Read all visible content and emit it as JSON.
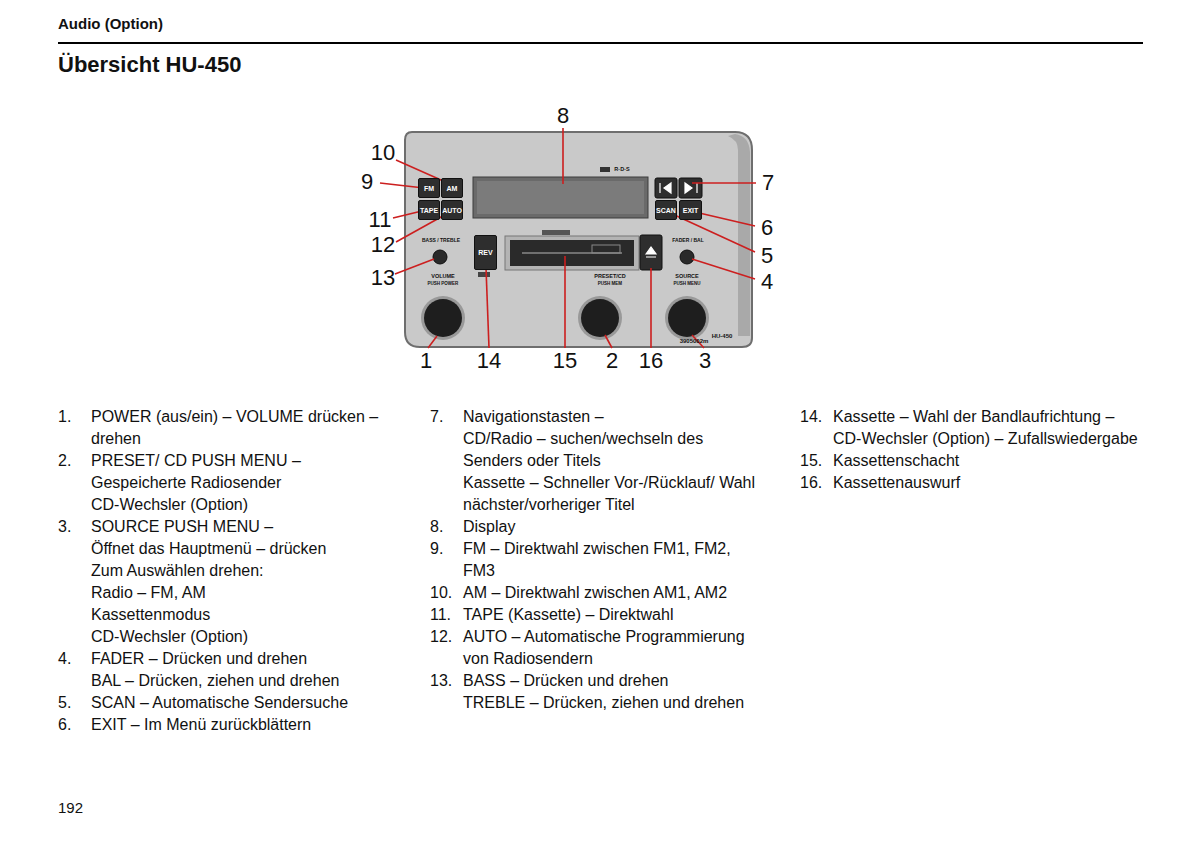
{
  "diagram": {
    "title": "Übersicht HU-450",
    "nodes": [
      {
        "text": [
          "FM"
        ]
      },
      {
        "text": [
          "AM"
        ]
      },
      {
        "text": [
          "TAPE"
        ]
      },
      {
        "text": [
          "AUTO"
        ]
      },
      {
        "text": [
          "SCAN"
        ]
      },
      {
        "text": [
          "EXIT"
        ]
      },
      {
        "text": [
          "REV"
        ]
      }
    ],
    "labels": [
      "Audio (Option)",
      "192",
      "1",
      "2",
      "3",
      "4",
      "5",
      "6",
      "7",
      "8",
      "9",
      "10",
      "11",
      "12",
      "13",
      "14",
      "15",
      "16",
      "R·D·S",
      "BASS / TREBLE",
      "VOLUME",
      "PUSH POWER",
      "PRESET/CD",
      "PUSH MEM",
      "SOURCE",
      "PUSH MENU",
      "FADER / BAL",
      "HU-450",
      "3905002m",
      "1.",
      "POWER (aus/ein) – VOLUME drücken – drehen",
      "2.",
      "PRESET/ CD PUSH MENU –",
      "Gespeicherte Radiosender",
      "CD-Wechsler (Option)",
      "3.",
      "SOURCE PUSH MENU –",
      "Öffnet das Hauptmenü – drücken",
      "Zum Auswählen drehen:",
      "Radio – FM, AM",
      "Kassettenmodus",
      "CD-Wechsler (Option)",
      "4.",
      "FADER – Drücken und drehen",
      "BAL – Drücken, ziehen und drehen",
      "5.",
      "SCAN – Automatische Sendersuche",
      "6.",
      "EXIT – Im Menü zurückblättern",
      "7.",
      "Navigationstasten –",
      "CD/Radio – suchen/wechseln des Senders oder Titels",
      "Kassette – Schneller Vor-/Rücklauf/ Wahl nächster/vorheriger Titel",
      "8.",
      "Display",
      "9.",
      "FM – Direktwahl zwischen FM1, FM2, FM3",
      "10.",
      "AM – Direktwahl zwischen AM1, AM2",
      "11.",
      "TAPE (Kassette) – Direktwahl",
      "12.",
      "AUTO – Automatische Programmierung von Radiosendern",
      "13.",
      "BASS – Drücken und drehen",
      "TREBLE – Drücken, ziehen und drehen",
      "14.",
      "Kassette – Wahl der Bandlaufrichtung –",
      "CD-Wechsler (Option) – Zufallswiedergabe",
      "15.",
      "Kassettenschacht",
      "16.",
      "Kassettenauswurf"
    ]
  }
}
